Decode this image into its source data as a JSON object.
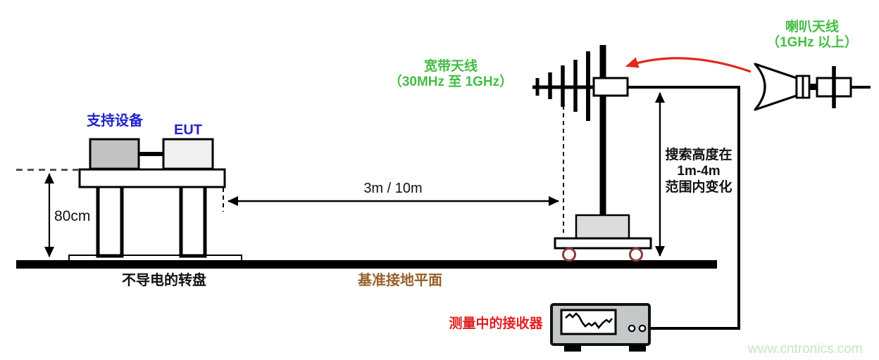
{
  "diagram": {
    "title_context": "EMC radiated emission test setup",
    "labels": {
      "support_equipment": "支持设备",
      "eut": "EUT",
      "table_height": "80cm",
      "turntable": "不导电的转盘",
      "distance": "3m / 10m",
      "ground_plane": "基准接地平面",
      "broadband_antenna_line1": "宽带天线",
      "broadband_antenna_line2": "（30MHz 至 1GHz）",
      "horn_antenna_line1": "喇叭天线",
      "horn_antenna_line2": "（1GHz 以上）",
      "search_height_line1": "搜索高度在",
      "search_height_line2": "1m-4m",
      "search_height_line3": "范围内变化",
      "receiver": "测量中的接收器",
      "watermark": "www.cntronics.com"
    },
    "colors": {
      "label_blue": "#2222cc",
      "antenna_green": "#44be44",
      "receiver_red": "#e02020",
      "red_arrow": "#e0291f",
      "ground_brown": "#96602a",
      "wheel_brown": "#8b3a3a",
      "watermark_green": "#c9e5bd",
      "support_box_gray": "#c2c2c2",
      "eut_box_gray": "#f0f0f0",
      "cart_box_gray": "#dcdcdc",
      "receiver_gray": "#c4c8c8",
      "line_black": "#000000"
    }
  }
}
